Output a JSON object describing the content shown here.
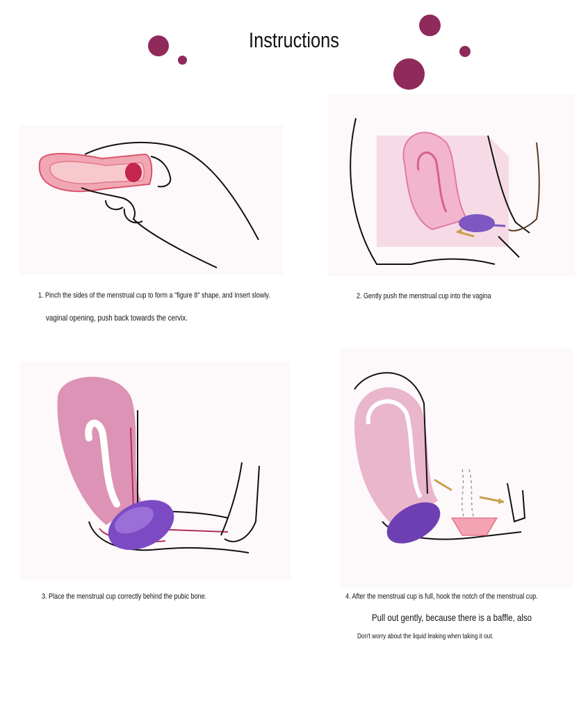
{
  "page": {
    "title": "Instructions",
    "accent_color": "#8f2a5a"
  },
  "steps": [
    {
      "caption": "1. Pinch the sides of the menstrual cup to form a \"figure 8\" shape, and Insert slowly.",
      "extra": "vaginal opening, push back towards the cervix."
    },
    {
      "caption": "2. Gently push the menstrual cup into the vagina"
    },
    {
      "caption": "3. Place the menstrual cup correctly behind the pubic bone."
    },
    {
      "caption": "4. After the menstrual cup is full, hook the notch of the menstrual cup.",
      "extra": "Pull out gently, because there is a baffle, also",
      "extra2": "Don't worry about the liquid leaking when taking it out."
    }
  ]
}
